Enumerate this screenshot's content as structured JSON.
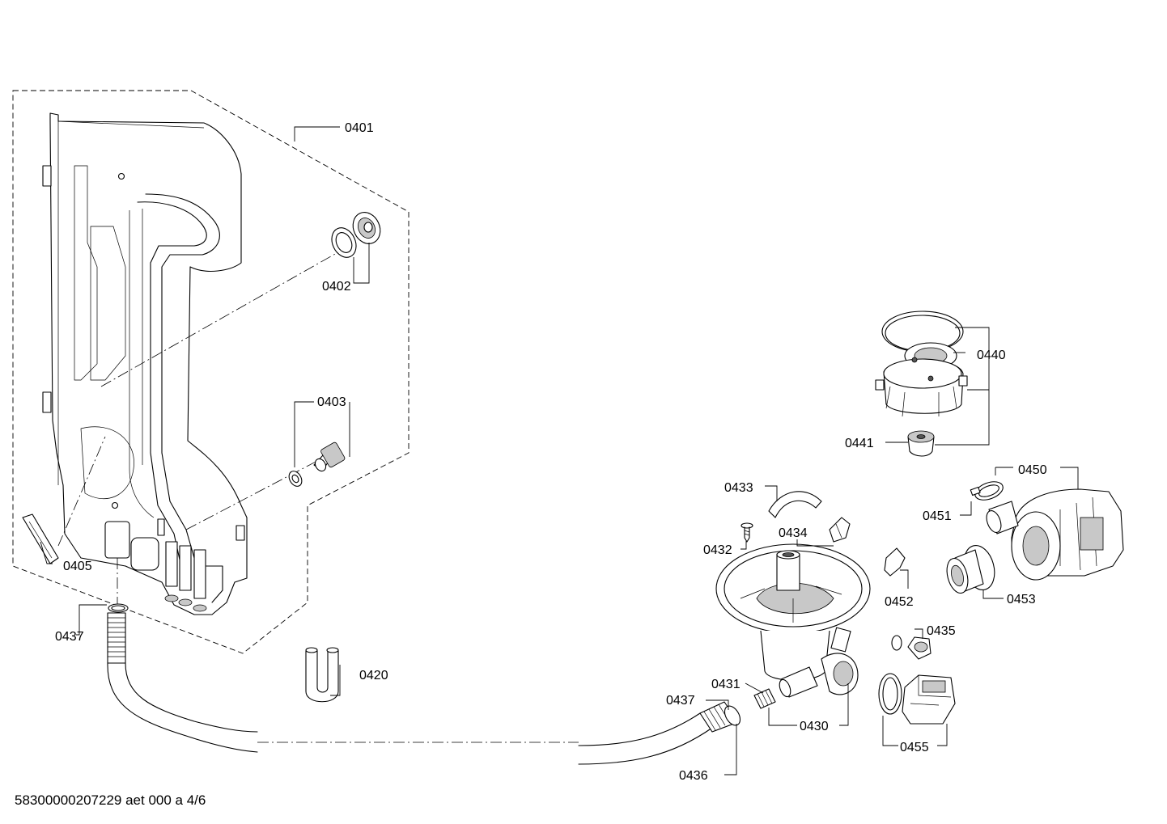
{
  "diagram": {
    "labels": {
      "p0401": "0401",
      "p0402": "0402",
      "p0403": "0403",
      "p0405": "0405",
      "p0420": "0420",
      "p0430": "0430",
      "p0431": "0431",
      "p0432": "0432",
      "p0433": "0433",
      "p0434": "0434",
      "p0435": "0435",
      "p0436": "0436",
      "p0437a": "0437",
      "p0437b": "0437",
      "p0440": "0440",
      "p0441": "0441",
      "p0450": "0450",
      "p0451": "0451",
      "p0452": "0452",
      "p0453": "0453",
      "p0455": "0455"
    },
    "footer": "58300000207229 aet 000 a 4/6"
  }
}
